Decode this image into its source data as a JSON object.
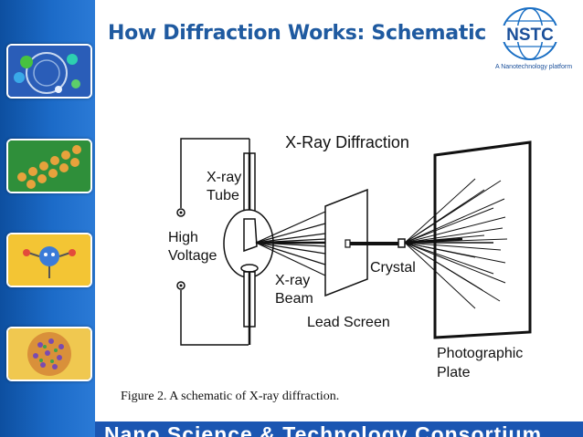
{
  "slide": {
    "title": "How Diffraction Works: Schematic",
    "footer": "Nano Science & Technology Consortium"
  },
  "logo": {
    "text": "NSTC",
    "tagline": "A Nanotechnology platform"
  },
  "sidebar": {
    "thumbnails": [
      {
        "icon": "fullerene-molecule-icon"
      },
      {
        "icon": "atomic-lattice-icon"
      },
      {
        "icon": "nanobot-character-icon"
      },
      {
        "icon": "nanosphere-icon"
      }
    ]
  },
  "diagram": {
    "title": "X-Ray Diffraction",
    "labels": {
      "tube_line1": "X-ray",
      "tube_line2": "Tube",
      "voltage_line1": "High",
      "voltage_line2": "Voltage",
      "beam_line1": "X-ray",
      "beam_line2": "Beam",
      "screen": "Lead Screen",
      "crystal": "Crystal",
      "plate_line1": "Photographic",
      "plate_line2": "Plate"
    },
    "caption": "Figure 2.  A schematic of X-ray diffraction."
  },
  "colors": {
    "sidebar": "#1c6bc8",
    "title": "#1f5aa0",
    "footer": "#1b56b2"
  }
}
